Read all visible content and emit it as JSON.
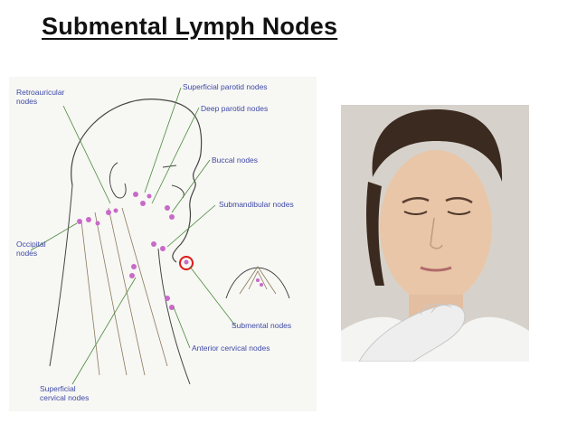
{
  "slide": {
    "title": "Submental Lymph Nodes"
  },
  "diagram": {
    "labels": {
      "retroauricular": "Retroauricular\nnodes",
      "superficial_parotid": "Superficial parotid nodes",
      "deep_parotid": "Deep parotid nodes",
      "buccal": "Buccal nodes",
      "submandibular": "Submandibular nodes",
      "occipital": "Occipital\nnodes",
      "submental": "Submental nodes",
      "anterior_cervical": "Anterior cervical nodes",
      "superficial_cervical": "Superficial\ncervical nodes"
    },
    "colors": {
      "node": "#c86ac8",
      "highlight": "#e01818",
      "leader": "#4a8a3a",
      "label": "#3f4aa6"
    }
  },
  "photo": {
    "subject": "patient-chin-palpation"
  }
}
